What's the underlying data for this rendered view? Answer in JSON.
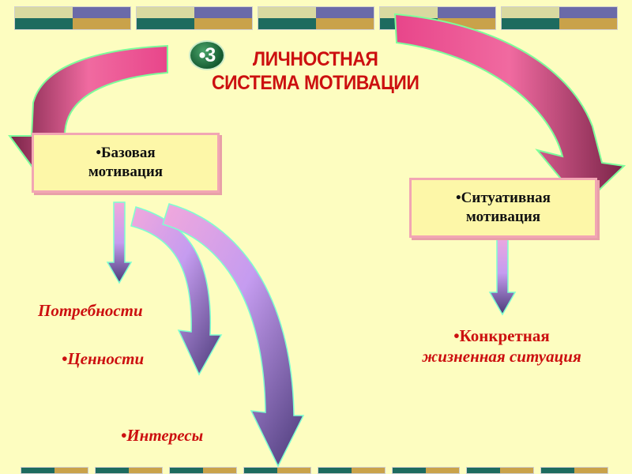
{
  "title": {
    "badge": "•3",
    "line1": "ЛИЧНОСТНАЯ",
    "line2": "СИСТЕМА МОТИВАЦИИ"
  },
  "boxes": {
    "base": {
      "line1": "•Базовая",
      "line2": "мотивация"
    },
    "situational": {
      "line1": "•Ситуативная",
      "line2": "мотивация"
    }
  },
  "labels": {
    "needs": "Потребности",
    "values": "•Ценности",
    "interests": "•Интересы",
    "concrete_line1": "•Конкретная",
    "concrete_line2": "жизненная ситуация"
  },
  "colors": {
    "background": "#fdfdc0",
    "title": "#cc1010",
    "box_fill": "#fdf7a8",
    "box_border": "#f2a6b4",
    "stripe_teal": "#1d6b5f",
    "stripe_purple": "#6a6aa8",
    "stripe_gold": "#c9a24a",
    "stripe_light": "#d9d9a0"
  }
}
